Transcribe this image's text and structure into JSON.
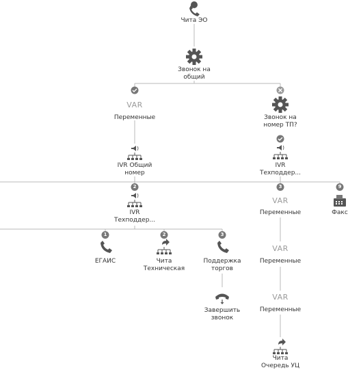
{
  "nodes": {
    "chita_eo": {
      "label": "Чита ЭО"
    },
    "zvonok_obshiy": {
      "label_l1": "Звонок на",
      "label_l2": "общий"
    },
    "var_left": {
      "var": "VAR",
      "label": "Переменные"
    },
    "zvonok_tp": {
      "label_l1": "Звонок на",
      "label_l2": "номер ТП?"
    },
    "ivr_obshiy": {
      "label_l1": "IVR Общий",
      "label_l2": "номер"
    },
    "ivr_tech_right": {
      "label_l1": "IVR",
      "label_l2": "Техподдер..."
    },
    "ivr_tech_center": {
      "label_l1": "IVR",
      "label_l2": "Техподдер..."
    },
    "var_r1": {
      "var": "VAR",
      "label": "Переменные"
    },
    "fax": {
      "label": "Факс"
    },
    "egais": {
      "label": "ЕГАИС"
    },
    "chita_tech": {
      "label_l1": "Чита",
      "label_l2": "Техническая"
    },
    "podderzhka": {
      "label_l1": "Поддержка",
      "label_l2": "торгов"
    },
    "var_r2": {
      "var": "VAR",
      "label": "Переменные"
    },
    "end_call": {
      "label_l1": "Завершить",
      "label_l2": "звонок"
    },
    "var_r3": {
      "var": "VAR",
      "label": "Переменные"
    },
    "chita_queue": {
      "label_l1": "Чита",
      "label_l2": "Очередь УЦ"
    }
  },
  "badges": {
    "b_tech": "2",
    "b_right": "3",
    "b_fax": "9",
    "b_egais": "1",
    "b_chita": "2",
    "b_podd": "3"
  },
  "colors": {
    "line": "#b3b3b3",
    "icon": "#555555",
    "badge": "#777777"
  }
}
